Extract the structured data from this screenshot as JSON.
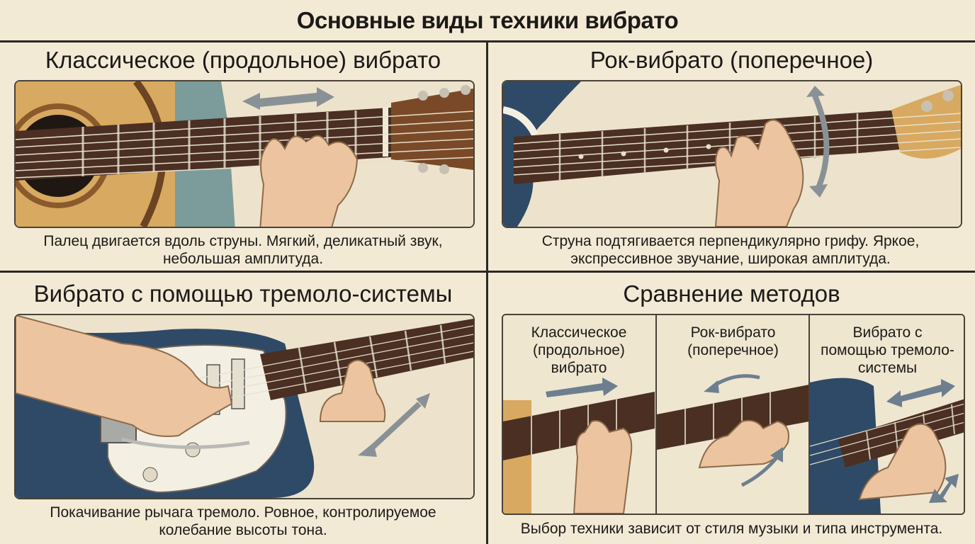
{
  "title": "Основные виды техники вибрато",
  "panels": [
    {
      "heading": "Классическое (продольное) вибрато",
      "caption_line1": "Палец двигается вдоль струны. Мягкий, деликатный звук,",
      "caption_line2": "небольшая амплитуда."
    },
    {
      "heading": "Рок-вибрато (поперечное)",
      "caption_line1": "Струна подтягивается перпендикулярно грифу. Яркое,",
      "caption_line2": "экспрессивное звучание, широкая амплитуда."
    },
    {
      "heading": "Вибрато с помощью тремоло-системы",
      "caption_line1": "Покачивание рычага тремоло. Ровное, контролируемое",
      "caption_line2": "колебание высоты тона."
    },
    {
      "heading": "Сравнение методов",
      "caption_line1": "Выбор техники зависит от стиля музыки и типа инструмента."
    }
  ],
  "comparison": [
    {
      "line1": "Классическое",
      "line2": "(продольное)",
      "line3": "вибрато"
    },
    {
      "line1": "Рок-вибрато",
      "line2": "(поперечное)"
    },
    {
      "line1": "Вибрато с",
      "line2": "помощью тремоло-",
      "line3": "системы"
    }
  ],
  "colors": {
    "background": "#f3ead6",
    "wood": "#d8a960",
    "fretboard": "#4a2f22",
    "guitar_blue": "#2f4a66",
    "skin": "#ecc5a0",
    "arrow": "#7a8288"
  }
}
